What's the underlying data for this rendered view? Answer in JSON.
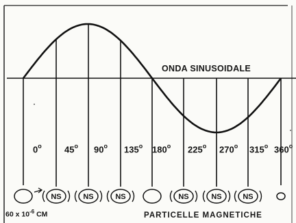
{
  "wave_label": "ONDA SINUSOIDALE",
  "angles": [
    "0",
    "45",
    "90",
    "135",
    "180",
    "225",
    "270",
    "315",
    "360"
  ],
  "degree_symbol": "o",
  "magnet_label": "NS",
  "particles_label": "PARTICELLE  MAGNETICHE",
  "scale": {
    "mantissa": "60 x 10",
    "exponent": "-6",
    "unit": " CM"
  }
}
